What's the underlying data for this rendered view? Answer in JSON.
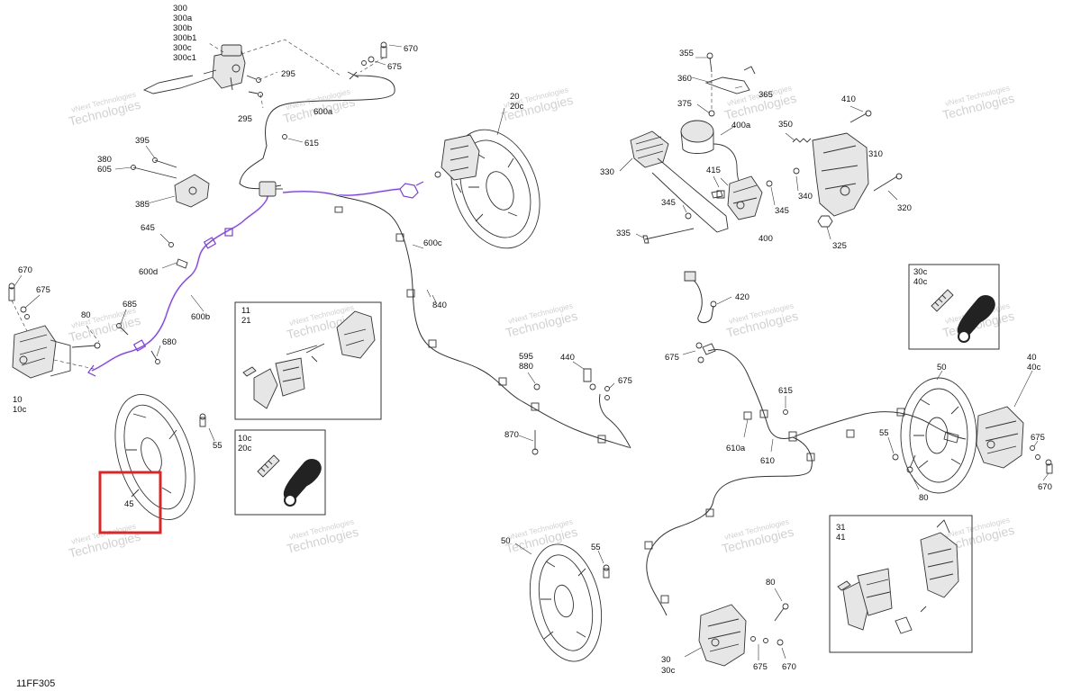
{
  "diagram_code": "11FF305",
  "watermark": {
    "line1": "vNext Technologies",
    "line2": "Technologies"
  },
  "highlight_color": "#d62828",
  "highlight_color_2": "#7a3fd1",
  "labels": {
    "l300": "300",
    "l300a": "300a",
    "l300b": "300b",
    "l300b1": "300b1",
    "l300c": "300c",
    "l300c1": "300c1",
    "l295a": "295",
    "l295b": "295",
    "l670a": "670",
    "l675a": "675",
    "l600a": "600a",
    "l615a": "615",
    "l20": "20",
    "l20c": "20c",
    "l395": "395",
    "l380": "380",
    "l605": "605",
    "l385": "385",
    "l645": "645",
    "l600d": "600d",
    "l670b": "670",
    "l675b": "675",
    "l685": "685",
    "l80a": "80",
    "l680": "680",
    "l600b": "600b",
    "l10": "10",
    "l10c": "10c",
    "l11": "11",
    "l21": "21",
    "l600c": "600c",
    "l840": "840",
    "l55a": "55",
    "l45": "45",
    "l10cb": "10c",
    "l20cb": "20c",
    "l595": "595",
    "l880": "880",
    "l440": "440",
    "l675c": "675",
    "l870": "870",
    "l355": "355",
    "l360": "360",
    "l365": "365",
    "l375": "375",
    "l410": "410",
    "l400a": "400a",
    "l350": "350",
    "l330": "330",
    "l415": "415",
    "l310": "310",
    "l345a": "345",
    "l345b": "345",
    "l340": "340",
    "l320": "320",
    "l335": "335",
    "l400": "400",
    "l325": "325",
    "l30c": "30c",
    "l40c": "40c",
    "l420": "420",
    "l675d": "675",
    "l615b": "615",
    "l610a": "610a",
    "l610": "610",
    "l50a": "50",
    "l40": "40",
    "l40cb": "40c",
    "l55b": "55",
    "l675e": "675",
    "l80b": "80",
    "l670c": "670",
    "l50b": "50",
    "l55c": "55",
    "l31": "31",
    "l41": "41",
    "l80c": "80",
    "l30": "30",
    "l30cb": "30c",
    "l675f": "675",
    "l670d": "670"
  }
}
